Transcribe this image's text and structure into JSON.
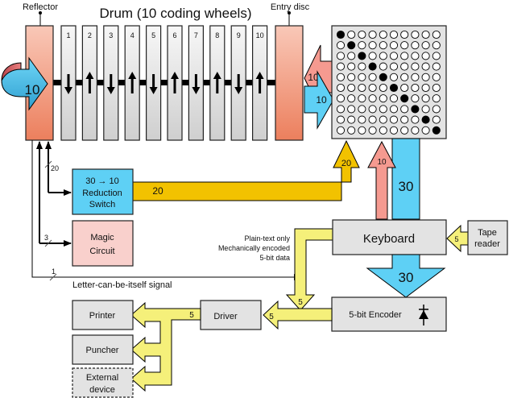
{
  "title": "Drum (10 coding wheels)",
  "labels": {
    "reflector": "Reflector",
    "entry_disc": "Entry disc",
    "letter_signal": "Letter-can-be-itself signal",
    "plaintext_note": [
      "Plain-text only",
      "Mechanically encoded",
      "5-bit data"
    ]
  },
  "wheels": [
    {
      "num": "1",
      "dir": "down"
    },
    {
      "num": "2",
      "dir": "up"
    },
    {
      "num": "3",
      "dir": "down"
    },
    {
      "num": "4",
      "dir": "up"
    },
    {
      "num": "5",
      "dir": "down"
    },
    {
      "num": "6",
      "dir": "up"
    },
    {
      "num": "7",
      "dir": "down"
    },
    {
      "num": "8",
      "dir": "up"
    },
    {
      "num": "9",
      "dir": "down"
    },
    {
      "num": "10",
      "dir": "up"
    }
  ],
  "lamp_grid": {
    "rows": 10,
    "cols": 10,
    "filled": "diagonal"
  },
  "blocks": {
    "reduction_switch": [
      "30 → 10",
      "Reduction",
      "Switch"
    ],
    "magic_circuit": [
      "Magic",
      "Circuit"
    ],
    "keyboard": "Keyboard",
    "tape_reader": [
      "Tape",
      "reader"
    ],
    "encoder": "5-bit Encoder",
    "driver": "Driver",
    "printer": "Printer",
    "puncher": "Puncher",
    "external_device": [
      "External",
      "device"
    ]
  },
  "bus_widths": {
    "reflector_loop": "10",
    "entry_in": "10",
    "entry_out": "10",
    "to_reduction": "20",
    "magic": "3",
    "letter_signal": "1",
    "reduction_out": "20",
    "reduction_to_grid": "20",
    "keyboard_up": "10",
    "grid_to_keyboard": "30",
    "keyboard_to_encoder": "30",
    "tape_to_keyboard": "5",
    "plaintext_down": "5",
    "encoder_to_driver": "5",
    "driver_out": "5"
  },
  "colors": {
    "salmon": "#f08a6c",
    "salmon_light": "#f7c3b3",
    "blue": "#5ed0f5",
    "orange_yellow": "#f2c200",
    "yellow": "#f5f07a",
    "pink": "#f59a90",
    "pink_box": "#f9d0cc",
    "grey_box": "#e3e3e3"
  }
}
